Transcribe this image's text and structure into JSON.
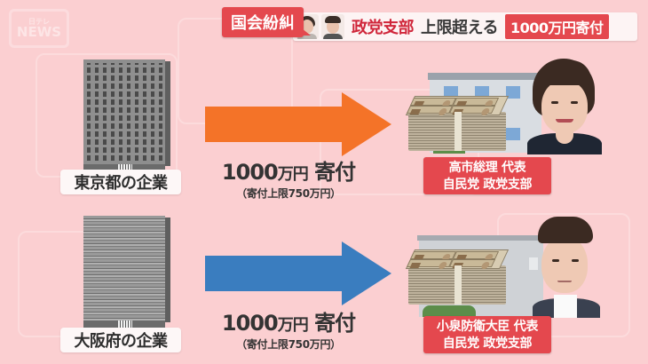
{
  "watermark": {
    "small": "日テレ",
    "text": "NEWS"
  },
  "banner": {
    "tag": "国会紛糾",
    "highlight": "政党支部",
    "text": "上限超える",
    "pill": "1000万円寄付"
  },
  "flows": [
    {
      "company_label": "東京都の企業",
      "arrow_color": "#f47328",
      "amount": "1000",
      "amount_unit": "万円",
      "amount_suffix": "寄付",
      "limit_note": "（寄付上限750万円）",
      "recipient_line1": "高市総理 代表",
      "recipient_line2": "自民党 政党支部"
    },
    {
      "company_label": "大阪府の企業",
      "arrow_color": "#3a7dbf",
      "amount": "1000",
      "amount_unit": "万円",
      "amount_suffix": "寄付",
      "limit_note": "（寄付上限750万円）",
      "recipient_line1": "小泉防衛大臣 代表",
      "recipient_line2": "自民党 政党支部"
    }
  ],
  "colors": {
    "background": "#fbcfd1",
    "accent_red": "#e4484e",
    "arrow_orange": "#f47328",
    "arrow_blue": "#3a7dbf"
  }
}
